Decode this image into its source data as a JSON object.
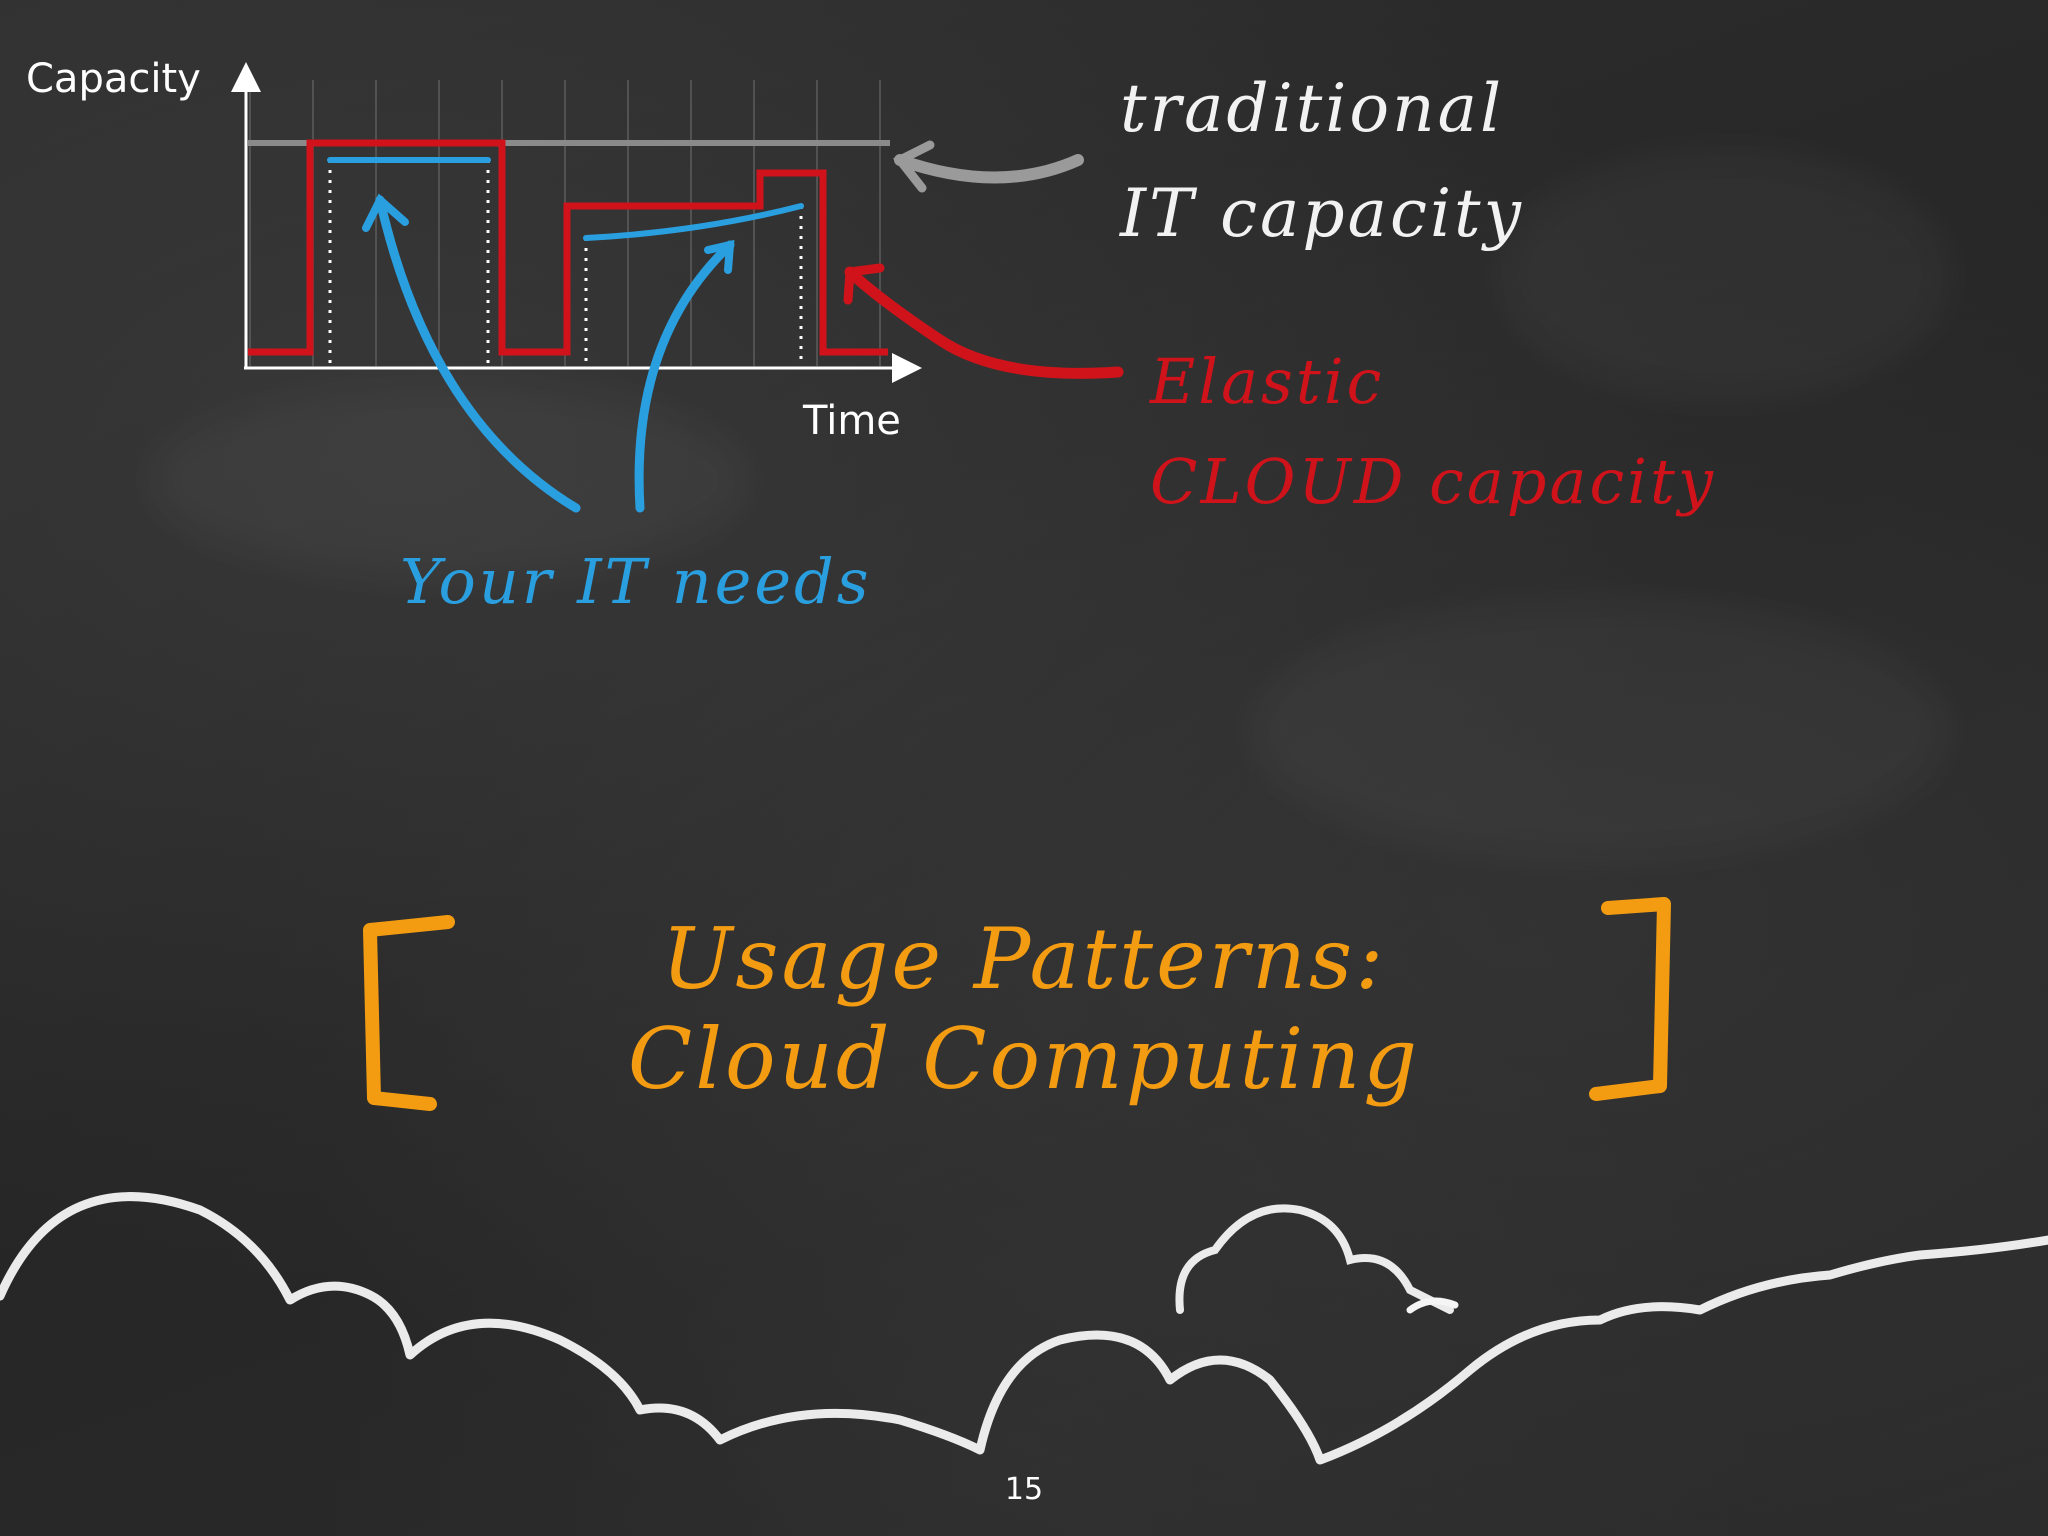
{
  "slide": {
    "axis_y_label": "Capacity",
    "axis_x_label": "Time",
    "labels": {
      "traditional_line1": "traditional",
      "traditional_line2": "IT capacity",
      "elastic_line1": "Elastic",
      "elastic_line2": "CLOUD capacity",
      "needs": "Your IT needs"
    },
    "title_line1": "Usage Patterns:",
    "title_line2": "Cloud Computing",
    "page_number": "15"
  },
  "colors": {
    "background": "#2a2a2a",
    "chalk_white": "#f2f2f2",
    "elastic_red": "#d0131a",
    "needs_blue": "#2a9fe0",
    "title_orange": "#f39c12",
    "grid": "#5c5c5c",
    "traditional_gray": "#8a8a8a"
  }
}
